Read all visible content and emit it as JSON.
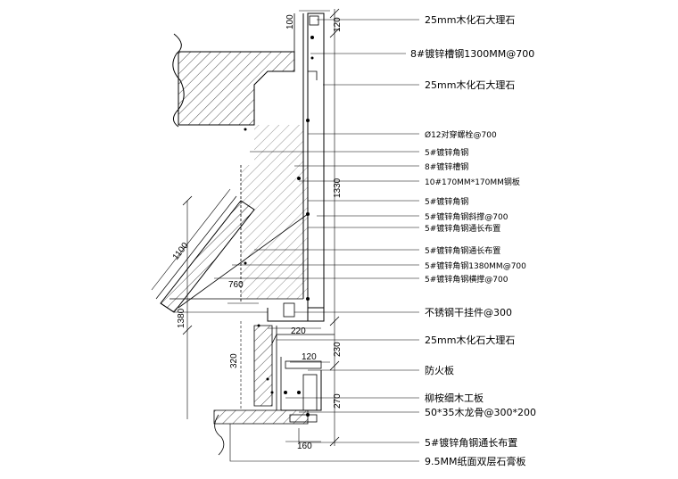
{
  "labels": [
    "25mm木化石大理石",
    "8#镀锌槽钢1300MM@700",
    "25mm木化石大理石",
    "Ø12对穿螺栓@700",
    "5#镀锌角钢",
    "8#镀锌槽钢",
    "10#170MM*170MM钢板",
    "5#镀锌角钢",
    "5#镀锌角钢斜撑@700",
    "5#镀锌角钢通长布置",
    "5#镀锌角钢通长布置",
    "5#镀锌角钢1380MM@700",
    "5#镀锌角钢横撑@700",
    "不锈钢干挂件@300",
    "25mm木化石大理石",
    "防火板",
    "柳桉细木工板",
    "50*35木龙骨@300*200",
    "5#镀锌角钢通长布置",
    "9.5MM纸面双层石膏板"
  ],
  "dimensions": {
    "d100": "100",
    "d120a": "120",
    "d1330": "1330",
    "d1100": "1100",
    "d760": "760",
    "d1380": "1380",
    "d220": "220",
    "d230": "230",
    "d320": "320",
    "d120b": "120",
    "d270": "270",
    "d160": "160"
  },
  "colors": {
    "line": "#000000",
    "background": "#ffffff"
  }
}
